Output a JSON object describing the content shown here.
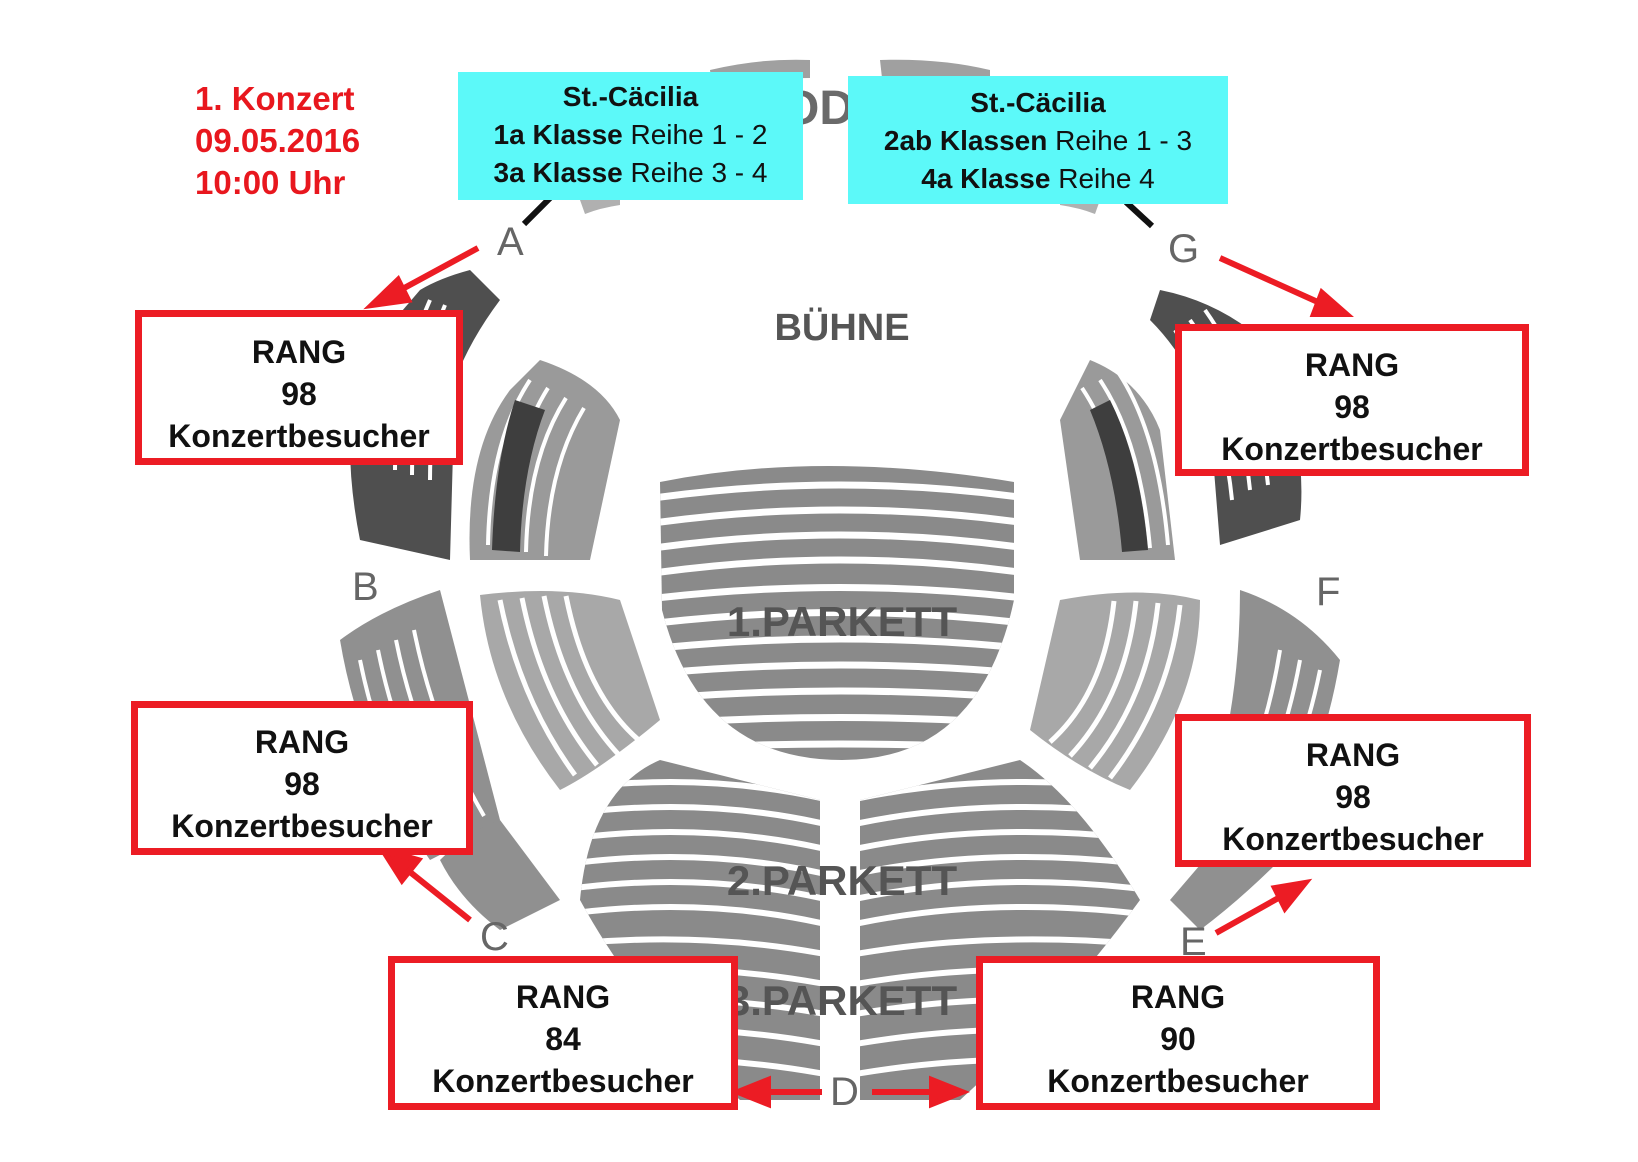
{
  "concert": {
    "title": "1. Konzert",
    "date": "09.05.2016",
    "time": "10:00 Uhr"
  },
  "stage_labels": {
    "stage": "BÜHNE",
    "stage_top_fragment": "OD",
    "parkett_1": "1.PARKETT",
    "parkett_2": "2.PARKETT",
    "parkett_3": "3.PARKETT"
  },
  "section_letters": {
    "a": "A",
    "b": "B",
    "c": "C",
    "d": "D",
    "e": "E",
    "f": "F",
    "g": "G"
  },
  "school_left": {
    "name": "St.-Cäcilia",
    "line1_class": "1a Klasse",
    "line1_rows": "Reihe 1 - 2",
    "line2_class": "3a Klasse",
    "line2_rows": "Reihe 3 - 4"
  },
  "school_right": {
    "name": "St.-Cäcilia",
    "line1_class": "2ab Klassen",
    "line1_rows": "Reihe 1 - 3",
    "line2_class": "4a Klasse",
    "line2_rows": "Reihe 4"
  },
  "rang_boxes": {
    "a": {
      "label": "RANG",
      "count": "98",
      "unit": "Konzertbesucher"
    },
    "g": {
      "label": "RANG",
      "count": "98",
      "unit": "Konzertbesucher"
    },
    "b": {
      "label": "RANG",
      "count": "98",
      "unit": "Konzertbesucher"
    },
    "f": {
      "label": "RANG",
      "count": "98",
      "unit": "Konzertbesucher"
    },
    "c": {
      "label": "RANG",
      "count": "84",
      "unit": "Konzertbesucher"
    },
    "e": {
      "label": "RANG",
      "count": "90",
      "unit": "Konzertbesucher"
    }
  },
  "colors": {
    "accent_red": "#ec1c24",
    "school_box": "#5cf9f9",
    "dark_seats": "#555555",
    "light_seats": "#9a9a9a"
  }
}
